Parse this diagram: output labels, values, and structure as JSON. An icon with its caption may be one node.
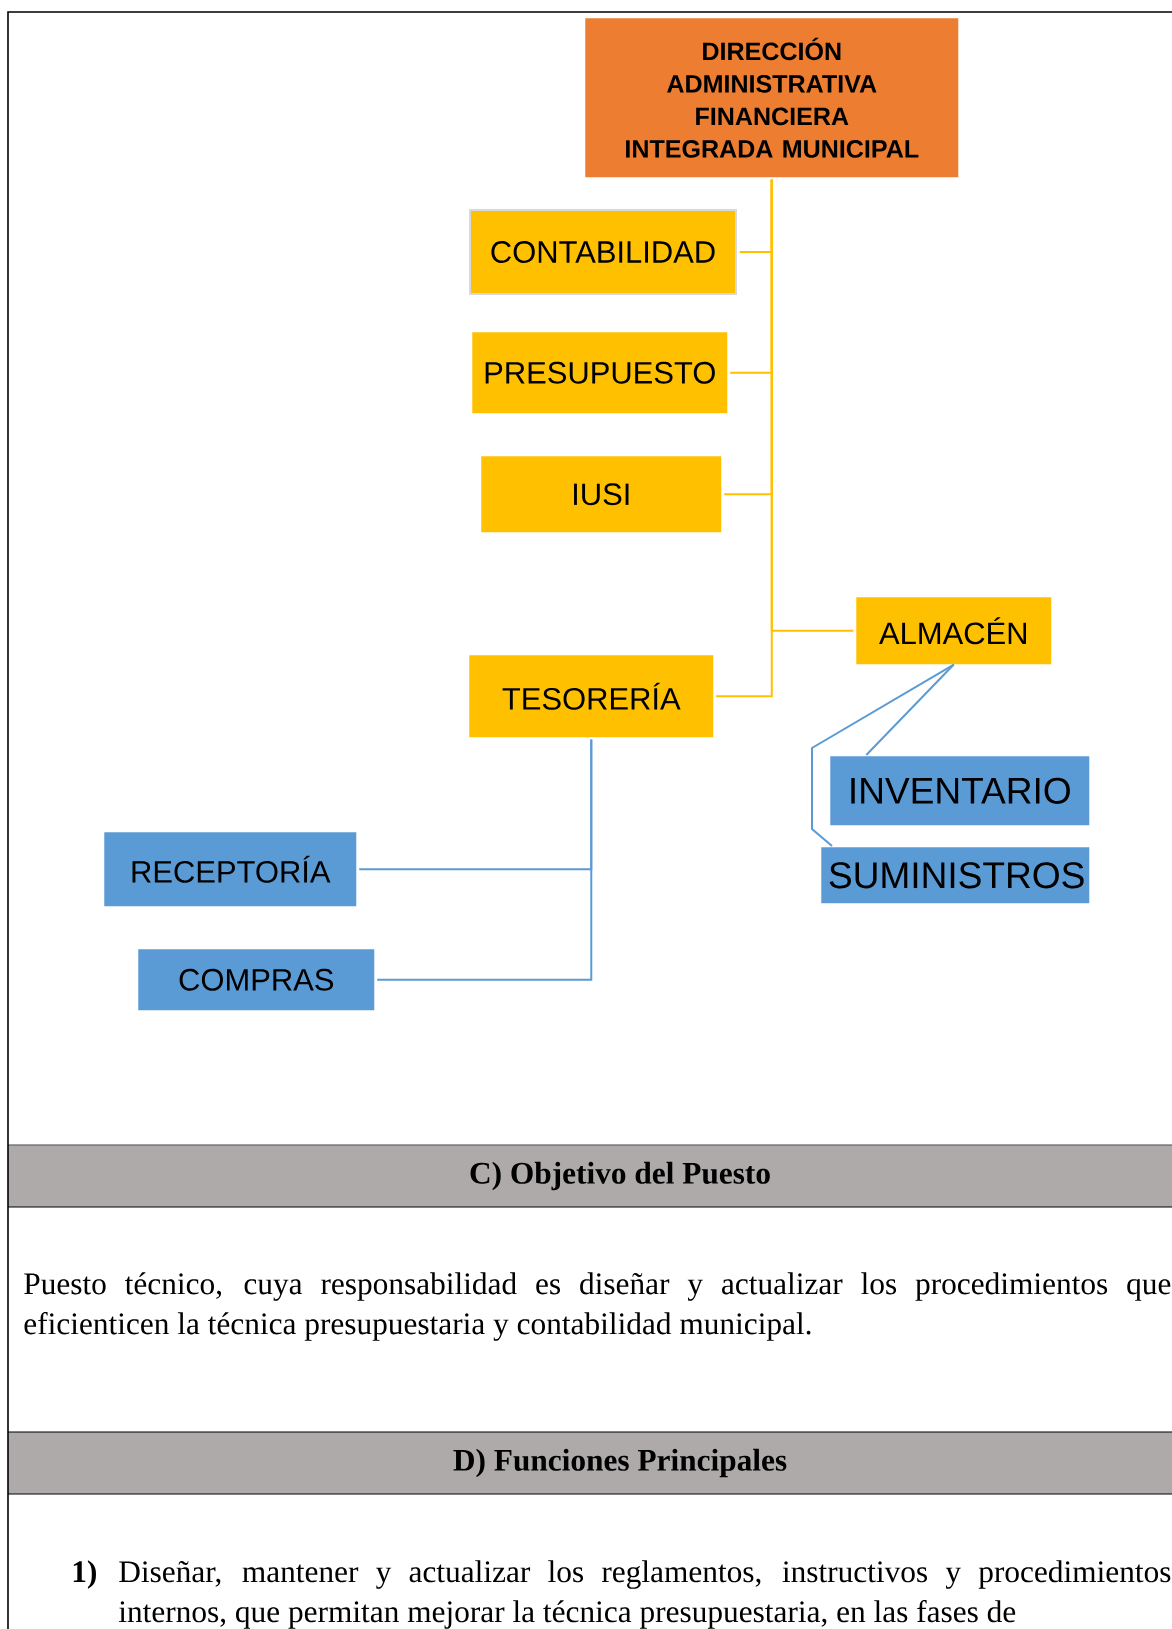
{
  "diagram": {
    "nodes": [
      {
        "text": [
          "DIRECCIÓN ADMINISTRATIVA FINANCIERA INTEGRADA MUNICIPAL"
        ]
      },
      {
        "text": [
          "CONTABILIDAD"
        ]
      },
      {
        "text": [
          "PRESUPUESTO"
        ]
      },
      {
        "text": [
          "IUSI"
        ]
      },
      {
        "text": [
          "ALMACÉN"
        ]
      },
      {
        "text": [
          "TESORERÍA"
        ]
      },
      {
        "text": [
          "INVENTARIO"
        ]
      },
      {
        "text": [
          "RECEPTORÍA"
        ]
      },
      {
        "text": [
          "SUMINISTROS"
        ]
      },
      {
        "text": [
          "COMPRAS"
        ]
      }
    ],
    "edges": [
      {
        "from": 0,
        "to": 1,
        "arrow": "none"
      },
      {
        "from": 0,
        "to": 2,
        "arrow": "none"
      },
      {
        "from": 0,
        "to": 3,
        "arrow": "none"
      },
      {
        "from": 0,
        "to": 4,
        "arrow": "none"
      },
      {
        "from": 0,
        "to": 5,
        "arrow": "none"
      },
      {
        "from": 4,
        "to": 6,
        "arrow": "none",
        "color": "#5b9bd5"
      },
      {
        "from": 4,
        "to": 8,
        "arrow": "none",
        "color": "#5b9bd5"
      },
      {
        "from": 5,
        "to": 7,
        "arrow": "none",
        "color": "#5b9bd5"
      },
      {
        "from": 5,
        "to": 9,
        "arrow": "none",
        "color": "#5b9bd5"
      }
    ],
    "labels": [
      "C)  Objetivo del Puesto",
      "Puesto técnico, cuya responsabilidad es diseñar y actualizar los procedimientos que eficienticen la técnica presupuestaria y contabilidad municipal.",
      "D)  Funciones Principales",
      "1)",
      "Diseñar, mantener y actualizar los reglamentos, instructivos y procedimientos internos, que permitan mejorar la técnica presupuestaria, en las fases de"
    ]
  }
}
